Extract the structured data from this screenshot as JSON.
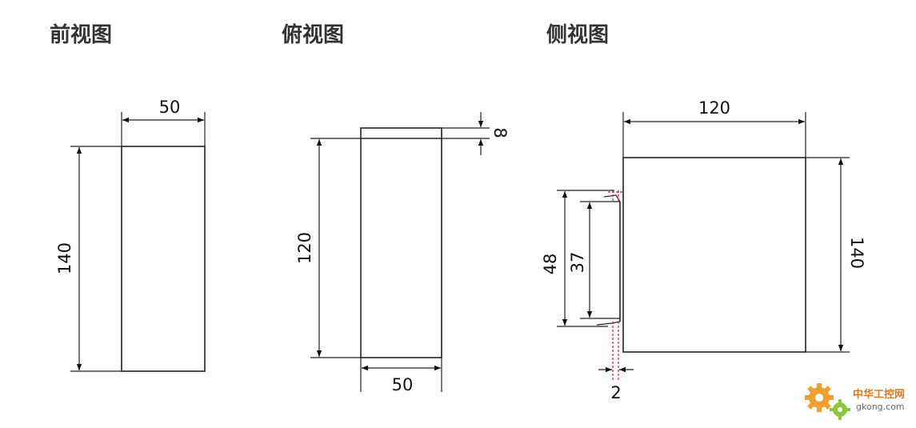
{
  "views": {
    "front": {
      "title": "前视图",
      "width": "50",
      "height": "140"
    },
    "top": {
      "title": "俯视图",
      "depth": "120",
      "flange": "8",
      "width": "50"
    },
    "side": {
      "title": "侧视图",
      "depth": "120",
      "height": "140",
      "outer": "48",
      "inner": "37",
      "offset": "2"
    }
  },
  "watermark": {
    "brand": "中华工控网",
    "url": "gkong.com"
  },
  "colors": {
    "line": "#222222",
    "title": "#333333",
    "hidden": "#d22222",
    "brand": "#d97a1b"
  }
}
